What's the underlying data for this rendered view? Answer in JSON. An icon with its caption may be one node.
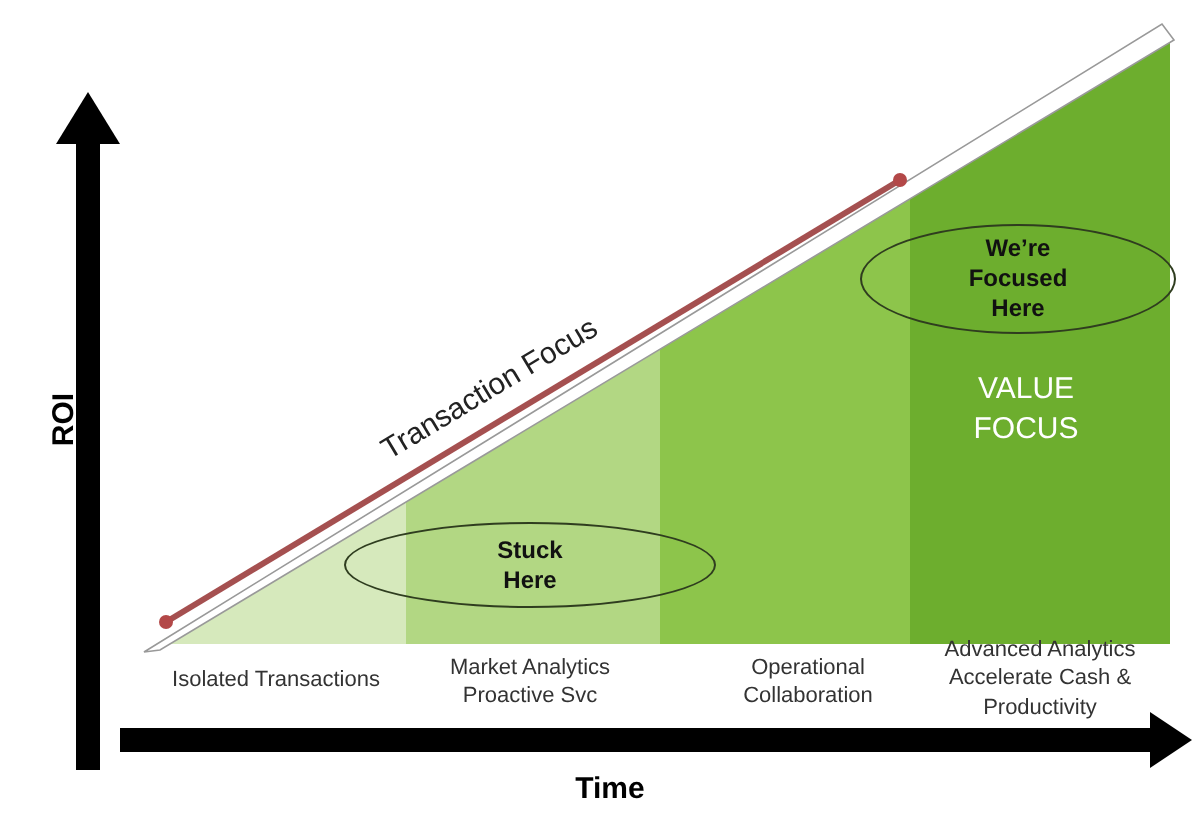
{
  "diagram": {
    "nodes": [
      {
        "text": [
          "Stuck Here"
        ]
      },
      {
        "text": [
          "We’re Focused Here"
        ]
      }
    ],
    "labels": [
      "Transaction Focus",
      "VALUE FOCUS",
      "Isolated Transactions",
      "Market Analytics Proactive Svc",
      "Operational Collaboration",
      "Advanced Analytics Accelerate Cash & Productivity",
      "ROI",
      "Time"
    ]
  }
}
